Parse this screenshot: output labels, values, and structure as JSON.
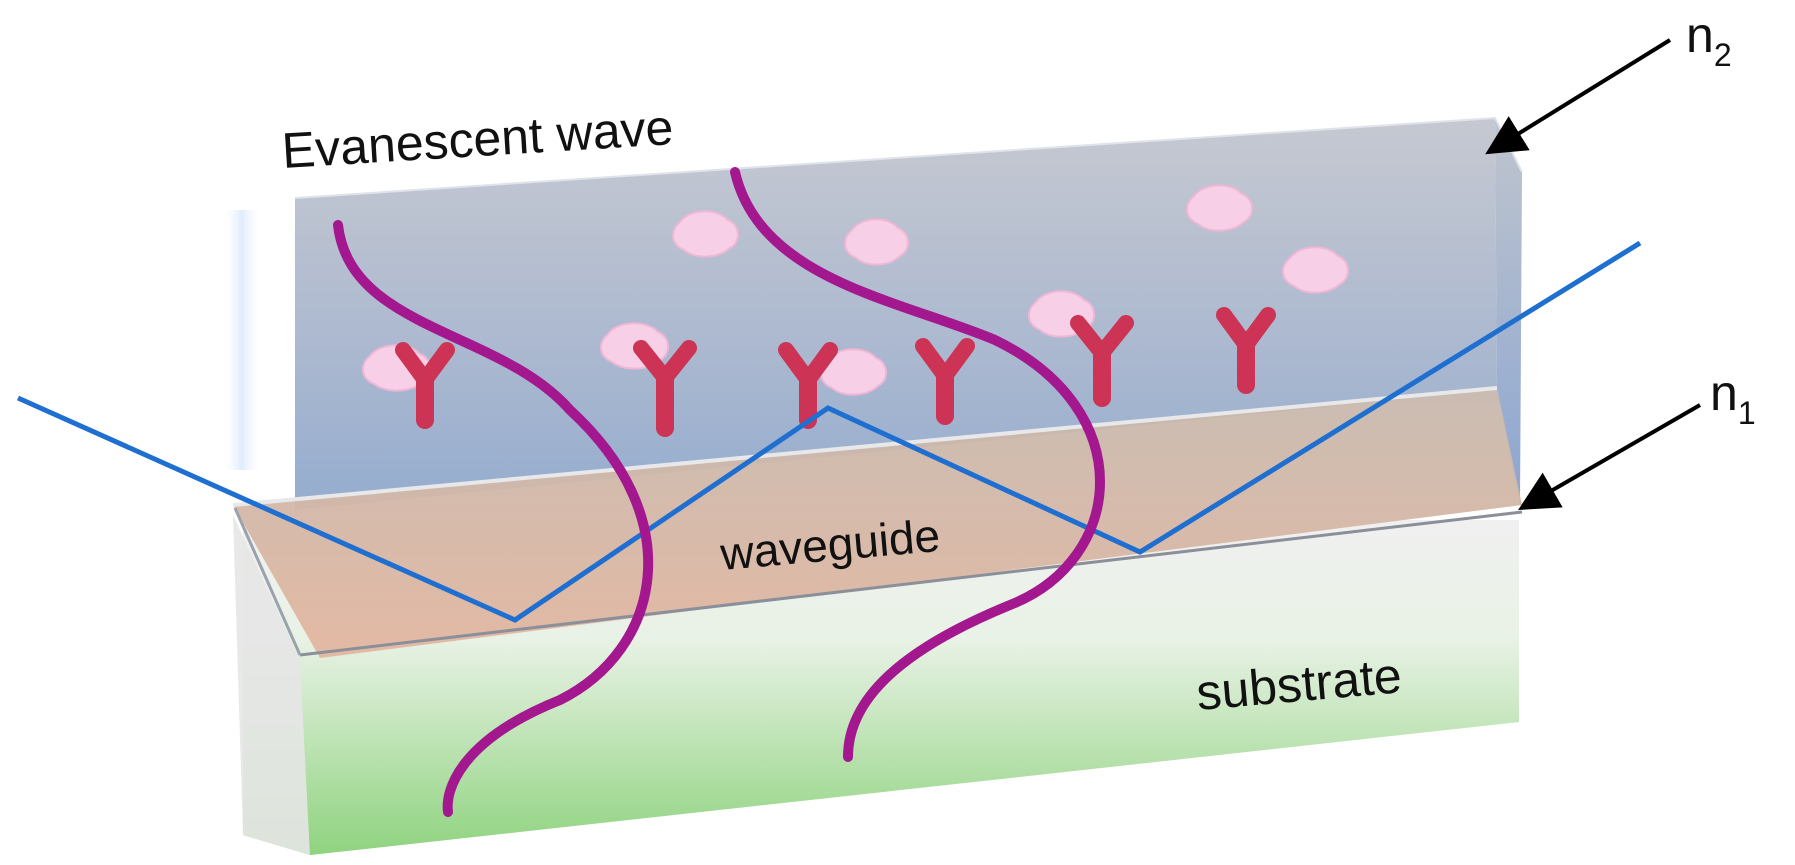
{
  "labels": {
    "evanescent": "Evanescent wave",
    "waveguide": "waveguide",
    "substrate": "substrate",
    "n2_base": "n",
    "n2_sub": "2",
    "n1_base": "n",
    "n1_sub": "1"
  },
  "colors": {
    "ray": "#1f6fd0",
    "wave": "#a3178f",
    "antibody": "#cc3355",
    "antigen": "#f7cfe6",
    "arrow": "#000000"
  },
  "icons": {
    "antibody": "y-shaped-antibody",
    "antigen": "antigen-blob"
  }
}
